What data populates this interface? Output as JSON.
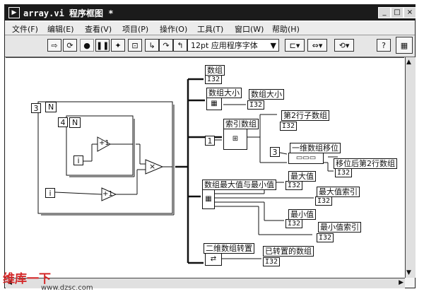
{
  "window": {
    "title": "array.vi 程序框图 *",
    "controls": [
      "_",
      "□",
      "×"
    ]
  },
  "menu": [
    "文件(F)",
    "编辑(E)",
    "查看(V)",
    "项目(P)",
    "操作(O)",
    "工具(T)",
    "窗口(W)",
    "帮助(H)"
  ],
  "toolbar": {
    "font": "12pt 应用程序字体",
    "help": "?"
  },
  "diagram": {
    "loop_count": "3",
    "n_label": "N",
    "inner_n_label": "N",
    "inner_count": "4",
    "i_label": "i",
    "plus_one": "+1",
    "multiply": "×",
    "i_label2": "i",
    "plus_one2": "+1",
    "indicators": {
      "array": "数组",
      "array_size_fn": "数组大小",
      "array_size_out": "数组大小",
      "index_array": "索引数组",
      "row2_array": "第2行子数组",
      "one_dim_shift": "一维数组移位",
      "shift_row2": "移位后第2行数组",
      "minmax": "数组最大值与最小值",
      "max": "最大值",
      "max_index": "最大值索引",
      "min": "最小值",
      "min_index": "最小值索引",
      "transpose": "二维数组转置",
      "transposed": "已转置的数组"
    },
    "const_1": "1",
    "const_3": "3",
    "type_label": "I32"
  },
  "watermark": {
    "top": "维库一下",
    "url": "www.dzsc.com"
  }
}
